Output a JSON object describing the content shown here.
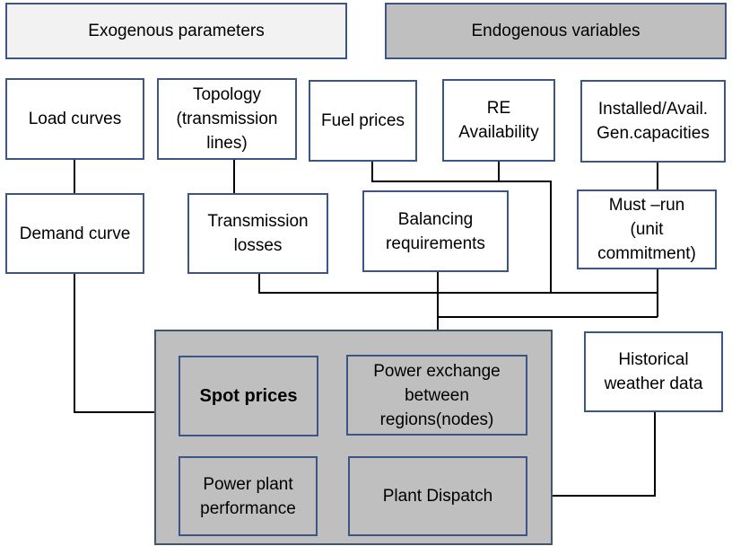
{
  "headers": {
    "exogenous": "Exogenous parameters",
    "endogenous": "Endogenous variables"
  },
  "nodes": {
    "load_curves": "Load curves",
    "topology": "Topology\n(transmission\nlines)",
    "fuel_prices": "Fuel prices",
    "re_availability": "RE\nAvailability",
    "installed_capacities": "Installed/Avail.\nGen.capacities",
    "demand_curve": "Demand curve",
    "transmission_losses": "Transmission\nlosses",
    "balancing_requirements": "Balancing\nrequirements",
    "must_run": "Must –run\n(unit\ncommitment)",
    "spot_prices": "Spot prices",
    "power_exchange": "Power exchange\nbetween\nregions(nodes)",
    "historical_weather": "Historical\nweather data",
    "power_plant_performance": "Power plant\nperformance",
    "plant_dispatch": "Plant Dispatch"
  },
  "colors": {
    "box_border": "#3b5584",
    "endogenous_fill": "#bfbfbf",
    "exogenous_fill": "#f2f2f2",
    "connector": "#000000"
  }
}
